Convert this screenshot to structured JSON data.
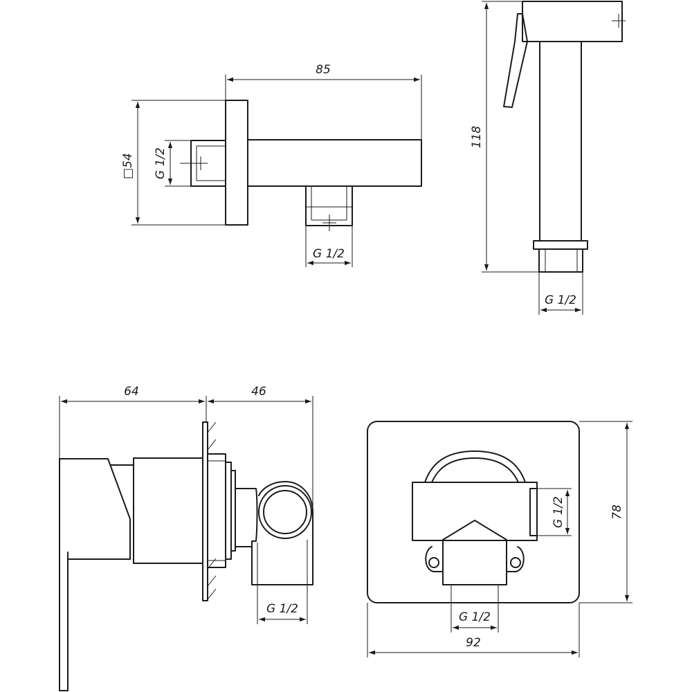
{
  "holder_view": {
    "width_label": "85",
    "flange_label": "□54",
    "thread_side_label": "G 1/2",
    "thread_bottom_label": "G 1/2"
  },
  "sprayer_view": {
    "height_label": "118",
    "thread_label": "G 1/2"
  },
  "mixer_side_view": {
    "front_depth_label": "64",
    "rear_depth_label": "46",
    "thread_label": "G 1/2"
  },
  "mixer_front_view": {
    "width_label": "92",
    "height_label": "78",
    "thread_side_label": "G 1/2",
    "thread_bottom_label": "G 1/2"
  }
}
